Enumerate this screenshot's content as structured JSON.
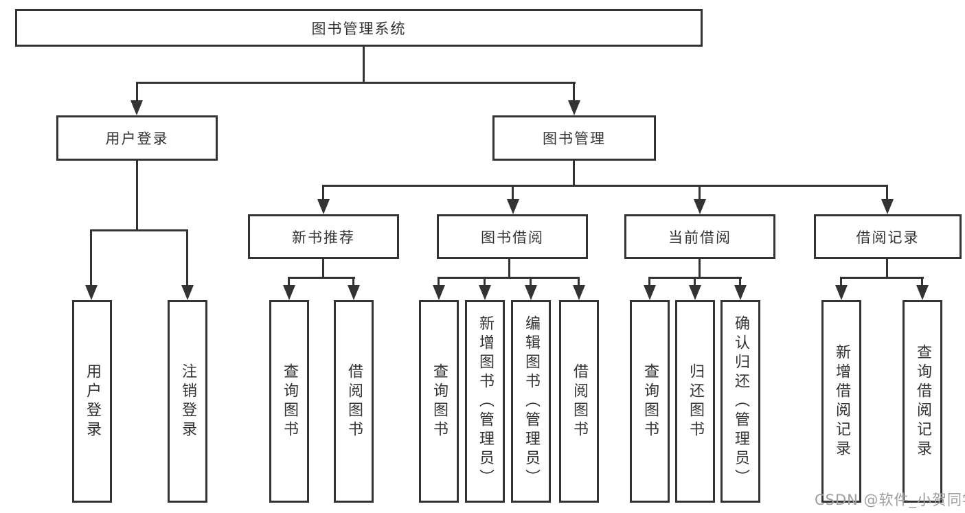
{
  "nodes": {
    "root": "图书管理系统",
    "user_login": "用户登录",
    "book_mgmt": "图书管理",
    "new_books": "新书推荐",
    "book_borrow": "图书借阅",
    "current_borrow": "当前借阅",
    "borrow_records": "借阅记录",
    "ul_login": "用户登录",
    "ul_logout": "注销登录",
    "nb_query": "查询图书",
    "nb_borrow": "借阅图书",
    "bb_query": "查询图书",
    "bb_add": "新增图书（管理员）",
    "bb_edit": "编辑图书（管理员）",
    "bb_borrow": "借阅图书",
    "cb_query": "查询图书",
    "cb_return": "归还图书",
    "cb_confirm": "确认归还（管理员）",
    "br_add": "新增借阅记录",
    "br_query": "查询借阅记录"
  },
  "watermark": {
    "text": "CSDN @软件_小贺同学"
  },
  "colors": {
    "line": "#333333",
    "text": "#333333",
    "watermark": "#9e9e9e",
    "background": "#ffffff"
  }
}
